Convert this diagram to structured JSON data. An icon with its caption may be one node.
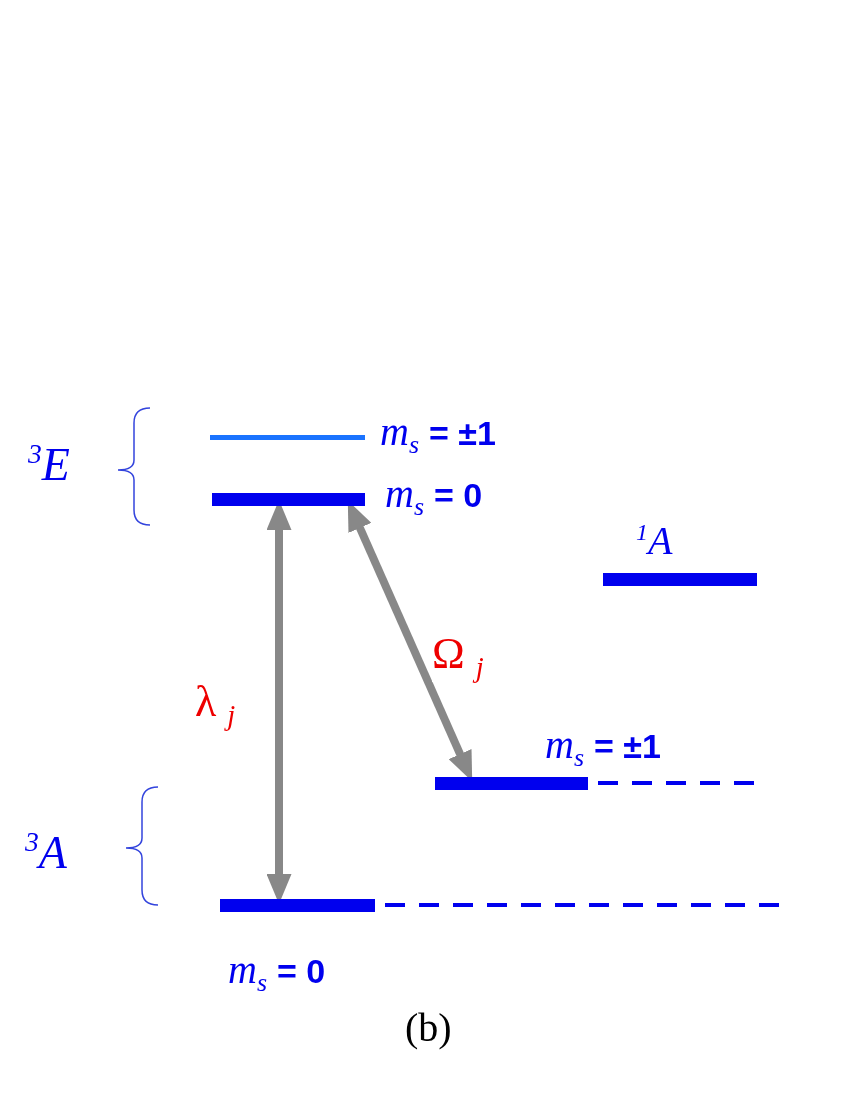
{
  "diagram": {
    "caption": "(b)",
    "nodes": [
      {
        "text": [],
        "shape": "bar",
        "beside": [
          "*m*$_{s}$ **= ±1**"
        ]
      },
      {
        "text": [],
        "shape": "bar",
        "beside": [
          "*m*$_{s}$ **= 0**"
        ]
      },
      {
        "text": [],
        "shape": "bar",
        "beside": [
          "$^{1}$*A*"
        ]
      },
      {
        "text": [],
        "shape": "bar",
        "beside": [
          "*m*$_{s}$ **= ±1**"
        ]
      },
      {
        "text": [],
        "shape": "bar",
        "beside": [
          "*m*$_{s}$ **= 0**"
        ]
      }
    ],
    "edges": [
      {
        "from": 4,
        "to": 1,
        "arrow": "both",
        "label": "λ $_{j}$"
      },
      {
        "from": 1,
        "to": 3,
        "arrow": "both",
        "label": "Ω $_{j}$"
      }
    ],
    "labels": [
      "$^{3}$*E*",
      "$^{3}$*A*"
    ]
  }
}
